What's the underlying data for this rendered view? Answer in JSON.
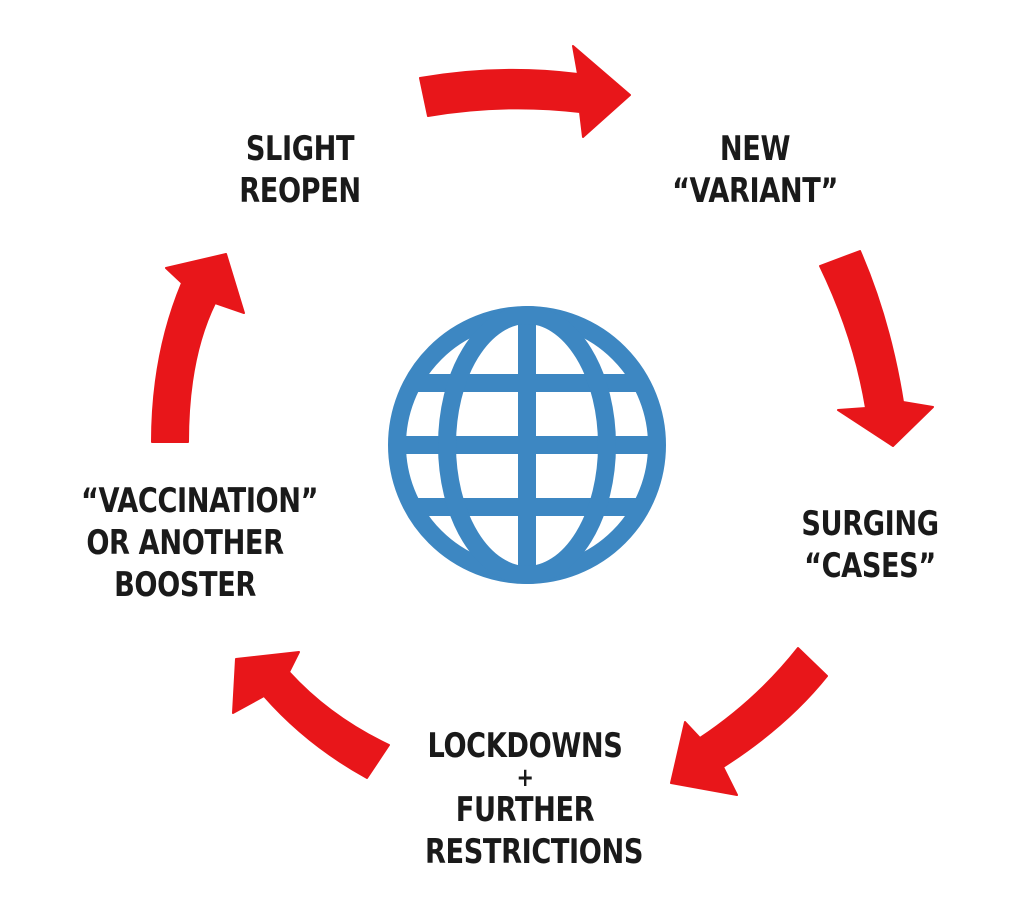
{
  "colors": {
    "arrow": "#e8161a",
    "globe": "#3d87c2",
    "text": "#1a1a1a"
  },
  "center_icon": "globe-icon",
  "stages": {
    "slight_reopen": {
      "line1": "SLIGHT",
      "line2": "REOPEN"
    },
    "new_variant": {
      "line1": "NEW",
      "line2": "“VARIANT”"
    },
    "surging_cases": {
      "line1": "SURGING",
      "line2": "“CASES”"
    },
    "lockdowns": {
      "line1": "LOCKDOWNS",
      "line2": "+",
      "line3": "FURTHER",
      "line4": "RESTRICTIONS"
    },
    "vaccination": {
      "line1": "“VACCINATION”",
      "line2": "OR ANOTHER",
      "line3": "BOOSTER"
    }
  }
}
